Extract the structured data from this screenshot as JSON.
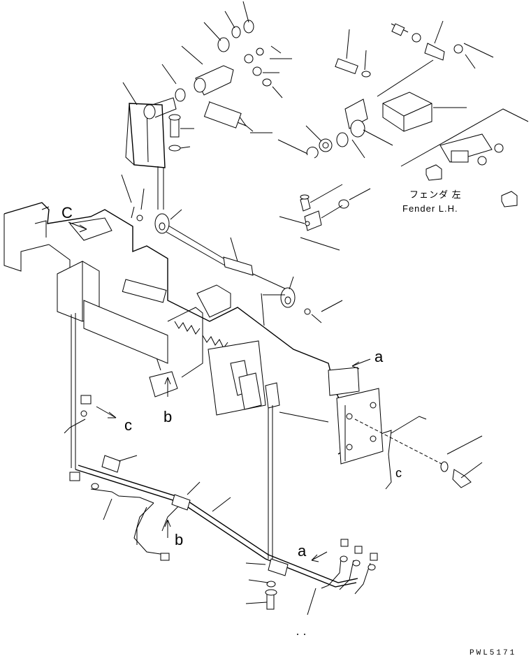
{
  "callouts": {
    "c_upper": "C",
    "c_lower": "c",
    "c_right": "c",
    "a_upper": "a",
    "a_lower": "a",
    "b_upper": "b",
    "b_lower": "b"
  },
  "fender_label": {
    "japanese": "フェンダ 左",
    "english": "Fender L.H."
  },
  "drawing_code": "PWL5171"
}
